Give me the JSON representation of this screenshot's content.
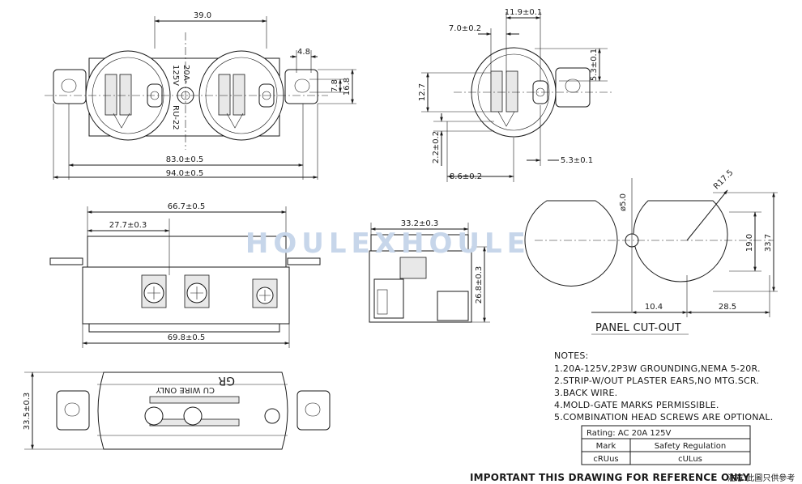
{
  "watermark": "HOULEXHOULEX",
  "front_view": {
    "dimensions": [
      "39.0",
      "4.8",
      "7.8",
      "16.8",
      "83.0±0.5",
      "94.0±0.5"
    ],
    "body_marking": [
      "20A-",
      "125V",
      "RU-22"
    ]
  },
  "side_view": {
    "dimensions": [
      "11.9±0.1",
      "7.0±0.2",
      "5.3±0.1",
      "12.7",
      "2.2±0.2",
      "8.6±0.2",
      "5.3±0.1"
    ]
  },
  "bottom_view": {
    "dimensions": [
      "66.7±0.5",
      "27.7±0.3",
      "69.8±0.5"
    ]
  },
  "end_view": {
    "dimensions": [
      "33.2±0.3",
      "26.8±0.3"
    ]
  },
  "back_view": {
    "dimensions": [
      "33.5±0.3"
    ],
    "markings": [
      "GR",
      "CU WIRE ONLY"
    ]
  },
  "panel_cutout": {
    "title": "PANEL CUT-OUT",
    "dimensions": [
      "R17.5",
      "ø5.0",
      "19.0",
      "33.7",
      "10.4",
      "28.5"
    ]
  },
  "notes": {
    "heading": "NOTES:",
    "items": [
      "1.20A-125V,2P3W GROUNDING,NEMA 5-20R.",
      "2.STRIP-W/OUT PLASTER EARS,NO MTG.SCR.",
      "3.BACK WIRE.",
      "4.MOLD-GATE MARKS PERMISSIBLE.",
      "5.COMBINATION HEAD SCREWS ARE OPTIONAL."
    ]
  },
  "rating_table": {
    "rating": "Rating: AC 20A 125V",
    "headers": [
      "Mark",
      "Safety Regulation"
    ],
    "row": [
      "cRUus",
      "cULus"
    ]
  },
  "footer": {
    "important": "IMPORTANT THIS DRAWING FOR REFERENCE ONLY",
    "cn_note": "注意:此圖只供參考"
  }
}
